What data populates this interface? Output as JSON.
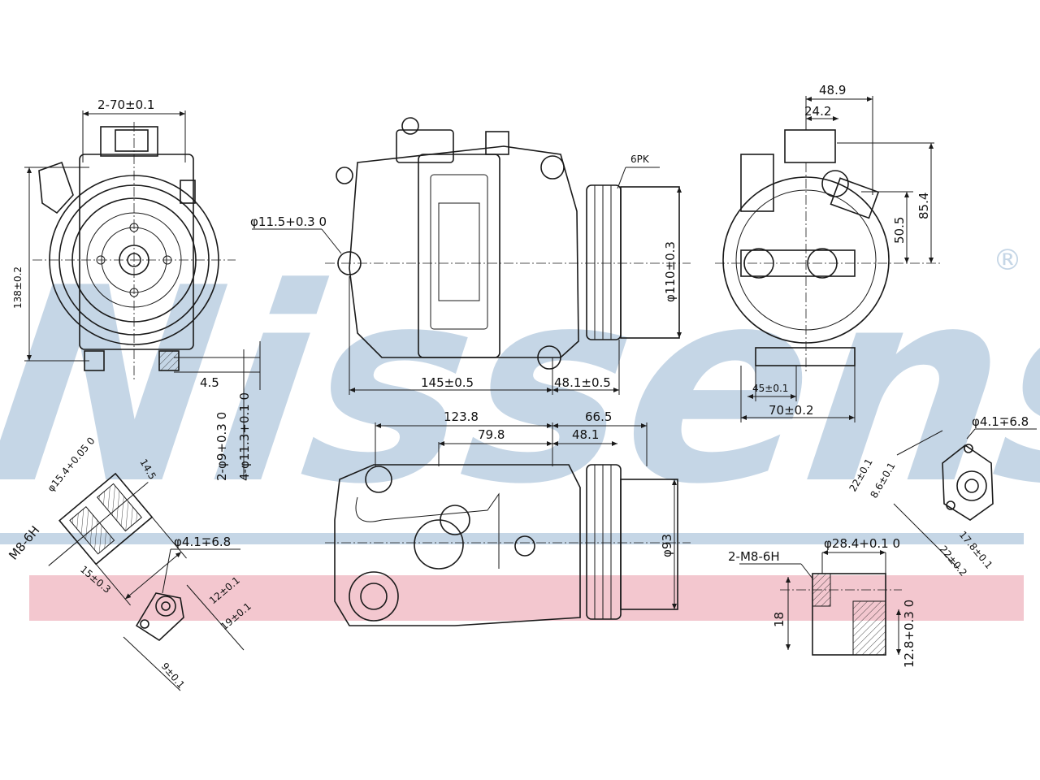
{
  "brand": {
    "watermark_text": "Nissens",
    "registered_mark": "®",
    "watermark_color": "#c5d6e6",
    "band_color": "#f3c7cf"
  },
  "dimensions": {
    "front": {
      "ear_spacing": "2-70±0.1",
      "height": "138±0.2",
      "lug_thickness": "4.5",
      "bolt_holes_a": "2-φ9+0.3 0",
      "bolt_holes_b": "4-φ11.3+0.1 0"
    },
    "side": {
      "lug_hole": "φ11.5+0.3 0",
      "belt": "6PK",
      "pulley_dia": "φ110±0.3",
      "length": "145±0.5",
      "pulley_offset": "48.1±0.5"
    },
    "rear": {
      "width_total": "48.9",
      "width_inner": "24.2",
      "height_a": "50.5",
      "height_b": "85.4",
      "mount_a": "45±0.1",
      "mount_b": "70±0.2"
    },
    "top": {
      "overall": "123.8",
      "pulley_part": "66.5",
      "inner_a": "79.8",
      "inner_b": "48.1",
      "pulley_dia": "φ93"
    },
    "detail_left": {
      "thread": "M8-6H",
      "bore": "φ15.4+0.05 0",
      "depth": "14.5",
      "length": "15±0.3"
    },
    "detail_flange_left": {
      "hole": "φ4.1∓6.8",
      "offset_a": "12±0.1",
      "offset_b": "19±0.1",
      "offset_c": "9±0.1"
    },
    "detail_flange_right": {
      "hole": "φ4.1∓6.8",
      "offset_a": "22±0.1",
      "offset_b": "8.6±0.1",
      "offset_c": "17.8±0.1",
      "offset_d": "22±0.2"
    },
    "detail_port": {
      "thread": "2-M8-6H",
      "bore": "φ28.4+0.1 0",
      "height": "18",
      "depth": "12.8+0.3 0"
    }
  }
}
